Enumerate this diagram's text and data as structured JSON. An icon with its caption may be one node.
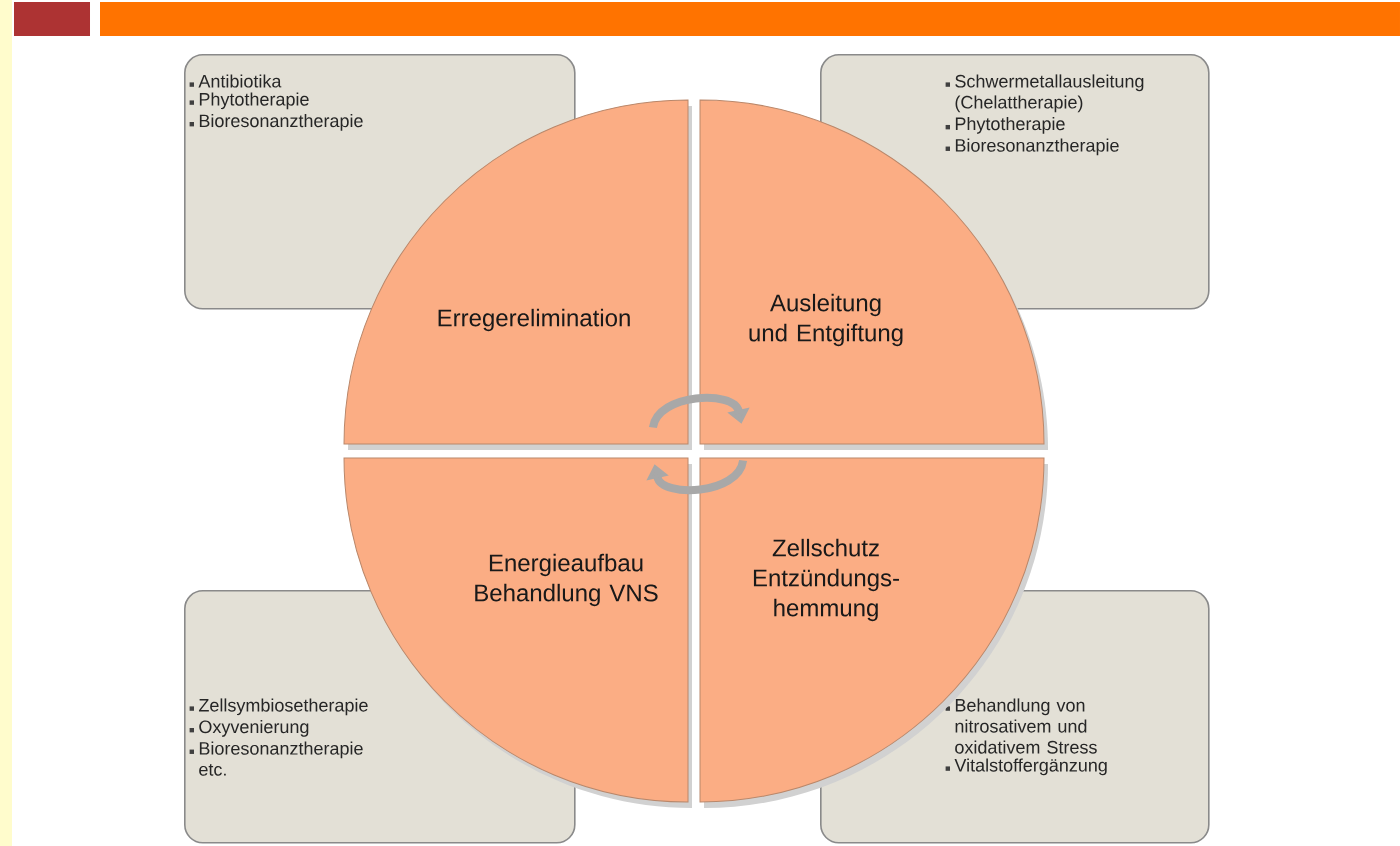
{
  "diagram": {
    "nodes": [
      {
        "text": [
          "Antibiotika",
          "Phytotherapie",
          "Bioresonanztherapie"
        ]
      },
      {
        "text": [
          "Schwermetallausleitung (Chelattherapie)",
          "Phytotherapie",
          "Bioresonanztherapie"
        ]
      },
      {
        "text": [
          "Erregerelimination"
        ]
      },
      {
        "text": [
          "Ausleitung und Entgiftung"
        ]
      },
      {
        "text": [
          "Energieaufbau Behandlung VNS"
        ]
      },
      {
        "text": [
          "Zellschutz Entzündungs- hemmung"
        ]
      },
      {
        "text": [
          "Zellsymbiosetherapie",
          "Oxyvenierung",
          "Bioresonanztherapie etc."
        ]
      },
      {
        "text": [
          "Behandlung von nitrosativem und oxidativem Stress",
          "Vitalstoffergänzung"
        ]
      }
    ],
    "edges": [
      {
        "from": 2,
        "to": 3,
        "arrow": "to"
      },
      {
        "from": 5,
        "to": 4,
        "arrow": "to"
      }
    ]
  }
}
